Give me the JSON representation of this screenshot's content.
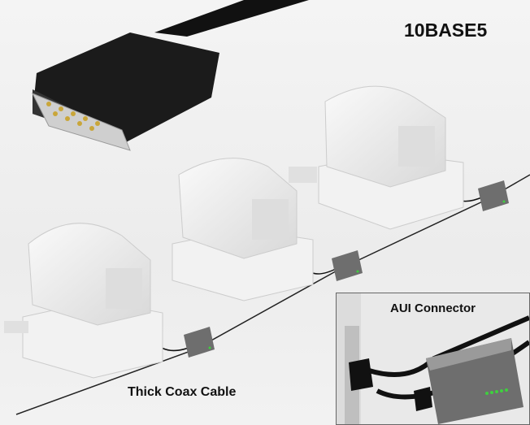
{
  "title": "10BASE5",
  "labels": {
    "coax_cable": "Thick Coax Cable",
    "aui_connector": "AUI Connector"
  },
  "colors": {
    "cable": "#1a1a1a",
    "transceiver": "#6e6e6e",
    "computer": "#efefef",
    "led": "#3fcf3f",
    "pins": "#c9a63a"
  }
}
